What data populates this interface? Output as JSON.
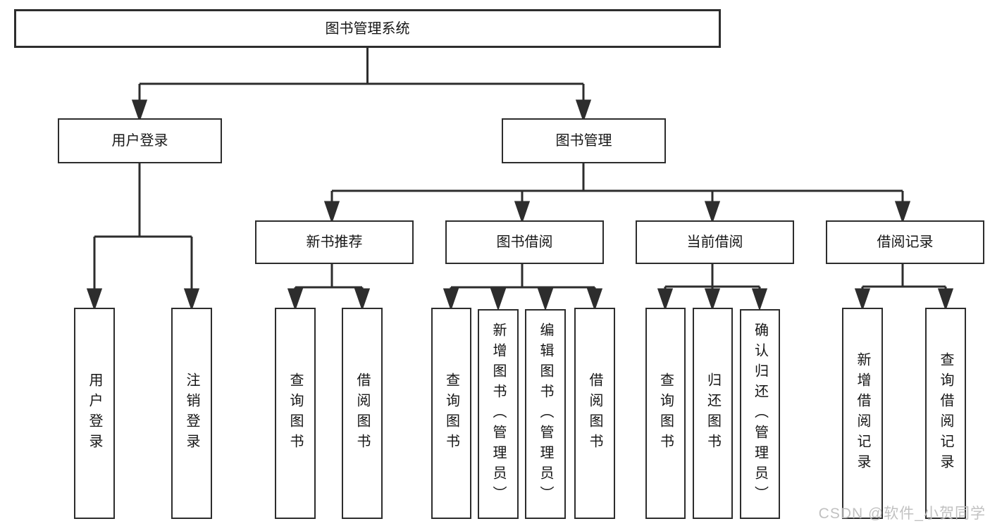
{
  "diagram": {
    "title": "图书管理系统",
    "branches": [
      {
        "label": "用户登录",
        "children": [
          "用户登录",
          "注销登录"
        ]
      },
      {
        "label": "图书管理",
        "children": [
          {
            "label": "新书推荐",
            "children": [
              "查询图书",
              "借阅图书"
            ]
          },
          {
            "label": "图书借阅",
            "children": [
              "查询图书",
              "新增图书（管理员）",
              "编辑图书（管理员）",
              "借阅图书"
            ]
          },
          {
            "label": "当前借阅",
            "children": [
              "查询图书",
              "归还图书",
              "确认归还（管理员）"
            ]
          },
          {
            "label": "借阅记录",
            "children": [
              "新增借阅记录",
              "查询借阅记录"
            ]
          }
        ]
      }
    ]
  },
  "watermark": "CSDN @软件_小贺同学",
  "colors": {
    "line": "#2d2d2d",
    "box_border": "#2d2d2d",
    "text": "#161616",
    "watermark": "#bebebe",
    "background": "#ffffff"
  }
}
